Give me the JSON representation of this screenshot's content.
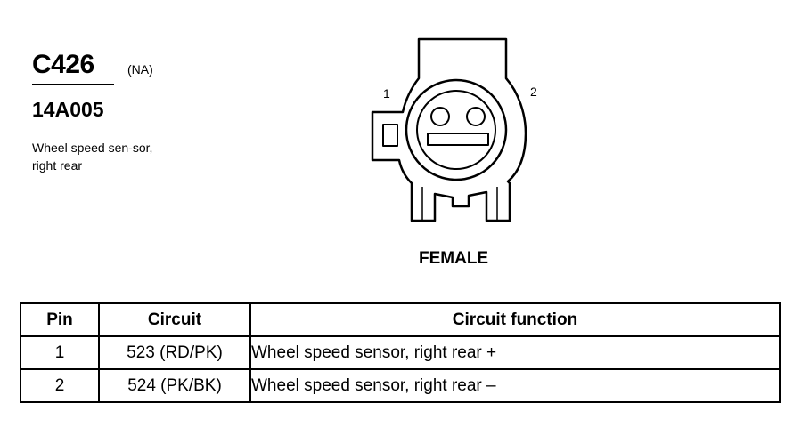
{
  "connector": {
    "id": "C426",
    "market_code": "(NA)",
    "part_number": "14A005",
    "description": "Wheel speed sen-sor, right rear",
    "gender": "FEMALE"
  },
  "diagram": {
    "pin_labels": [
      "1",
      "2"
    ]
  },
  "table": {
    "headers": {
      "pin": "Pin",
      "circuit": "Circuit",
      "function": "Circuit function"
    },
    "rows": [
      {
        "pin": "1",
        "circuit": "523 (RD/PK)",
        "function": "Wheel speed sensor, right rear +"
      },
      {
        "pin": "2",
        "circuit": "524 (PK/BK)",
        "function": "Wheel speed sensor, right rear –"
      }
    ]
  }
}
